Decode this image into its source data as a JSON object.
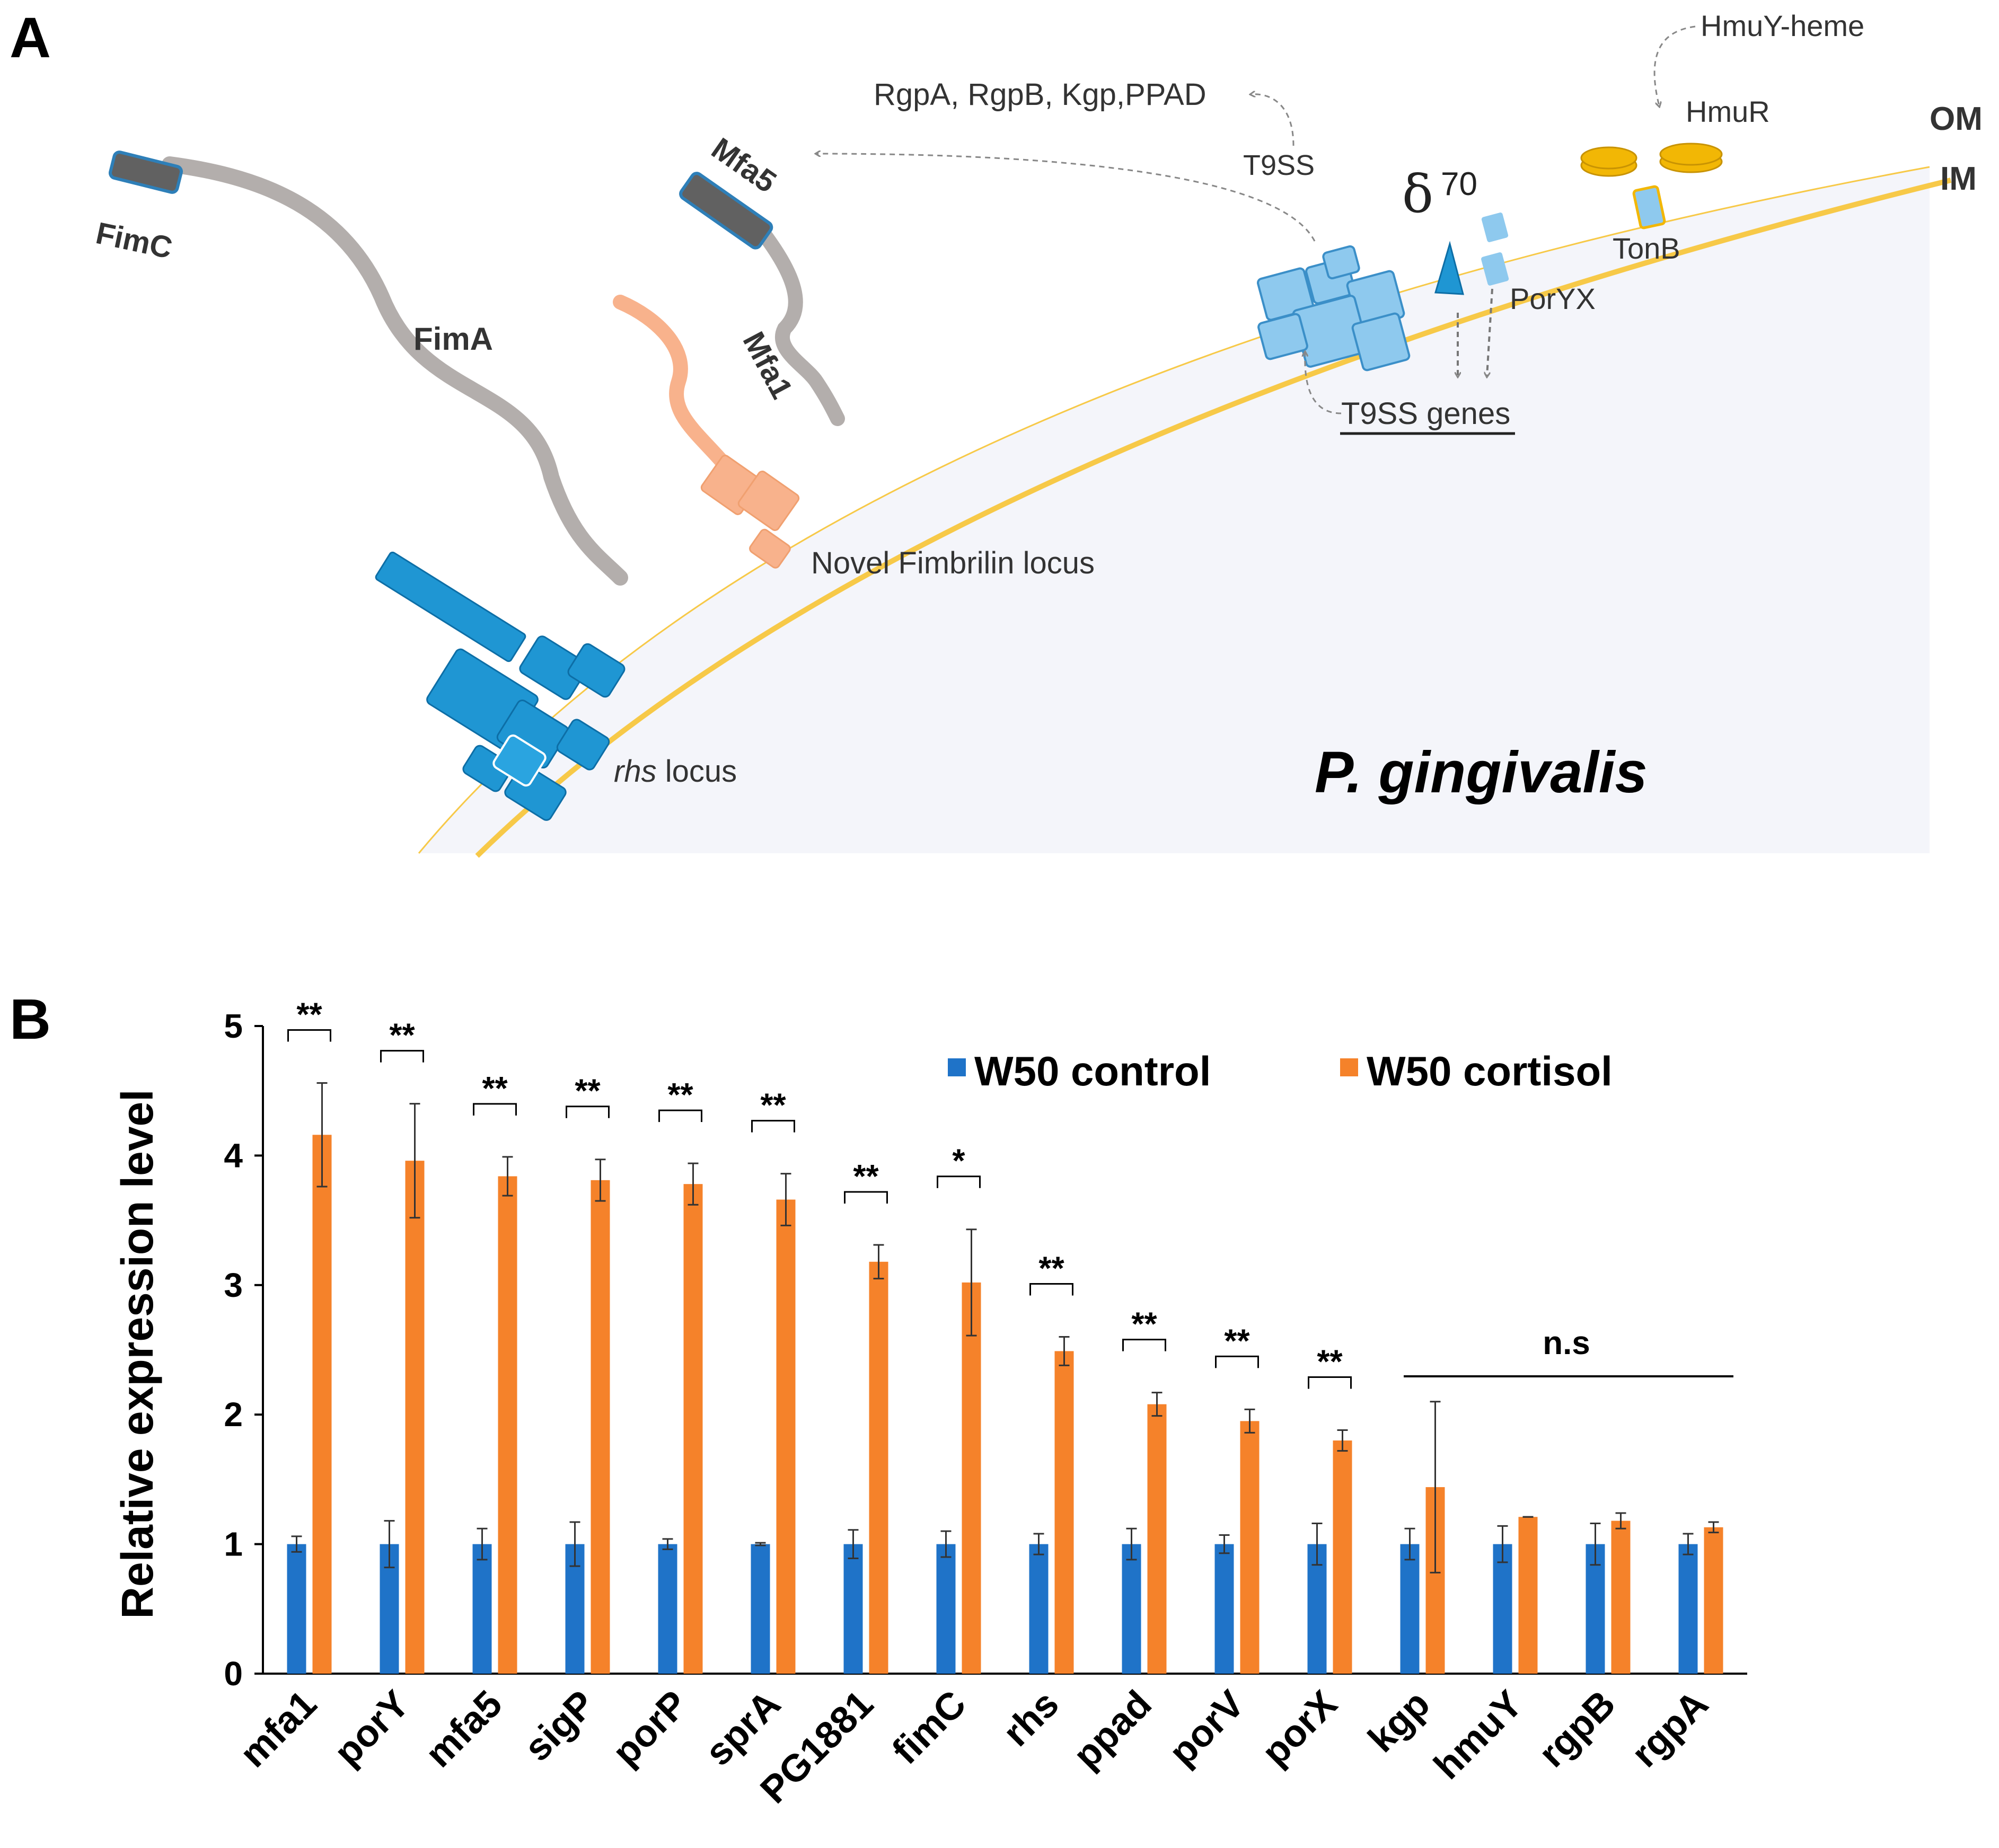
{
  "panel_a": {
    "letter": "A",
    "labels": {
      "fimc": "FimC",
      "fima": "FimA",
      "mfa5": "Mfa5",
      "mfa1": "Mfa1",
      "novel_fimbrilin": "Novel Fimbrilin locus",
      "rhs_italic": "rhs",
      "rhs_rest": " locus",
      "organism": "P. gingivalis",
      "secreted": "RgpA, RgpB, Kgp,PPAD",
      "t9ss": "T9SS",
      "sigma_symbol": "δ",
      "sigma_sup": "70",
      "poryx": "PorYX",
      "t9ss_genes": "T9SS genes",
      "hmuy_heme": "HmuY-heme",
      "hmur": "HmuR",
      "tonb": "TonB",
      "om": "OM",
      "im": "IM"
    },
    "colors": {
      "membrane": "#f7c948",
      "cell": "#f4f5fa",
      "rhs": "#1f96d3",
      "t9ss": "#8ec9ee",
      "fimbrilin": "#f8b28c",
      "fimbria": "#b3aeac",
      "tip": "#616161",
      "hmu": "#f2b705"
    }
  },
  "panel_b": {
    "letter": "B",
    "legend": {
      "control": "W50 control",
      "cortisol": "W50 cortisol"
    },
    "ns_label": "n.s",
    "colors": {
      "control": "#1f73c8",
      "cortisol": "#f5822a"
    }
  },
  "chart_data": {
    "type": "bar",
    "title": "",
    "xlabel": "",
    "ylabel": "Relative expression level",
    "ylim": [
      0,
      5
    ],
    "yticks": [
      0,
      1,
      2,
      3,
      4,
      5
    ],
    "categories": [
      "mfa1",
      "porY",
      "mfa5",
      "sigP",
      "porP",
      "sprA",
      "PG1881",
      "fimC",
      "rhs",
      "ppad",
      "porV",
      "porX",
      "kgp",
      "hmuY",
      "rgpB",
      "rgpA"
    ],
    "series": [
      {
        "name": "W50 control",
        "values": [
          1,
          1,
          1,
          1,
          1,
          1,
          1,
          1,
          1,
          1,
          1,
          1,
          1,
          1,
          1,
          1
        ],
        "errors": [
          0.06,
          0.18,
          0.12,
          0.17,
          0.04,
          0.01,
          0.11,
          0.1,
          0.08,
          0.12,
          0.07,
          0.16,
          0.12,
          0.14,
          0.16,
          0.08
        ]
      },
      {
        "name": "W50 cortisol",
        "values": [
          4.16,
          3.96,
          3.84,
          3.81,
          3.78,
          3.66,
          3.18,
          3.02,
          2.49,
          2.08,
          1.95,
          1.8,
          1.44,
          1.21,
          1.18,
          1.13
        ],
        "errors": [
          0.4,
          0.44,
          0.15,
          0.16,
          0.16,
          0.2,
          0.13,
          0.41,
          0.11,
          0.09,
          0.09,
          0.08,
          0.66,
          0.0,
          0.06,
          0.04
        ]
      }
    ],
    "significance": [
      "**",
      "**",
      "**",
      "**",
      "**",
      "**",
      "**",
      "*",
      "**",
      "**",
      "**",
      "**",
      "",
      "",
      "",
      ""
    ],
    "not_significant_group": [
      "kgp",
      "hmuY",
      "rgpB",
      "rgpA"
    ],
    "legend_position": "top-right",
    "grid": false
  }
}
